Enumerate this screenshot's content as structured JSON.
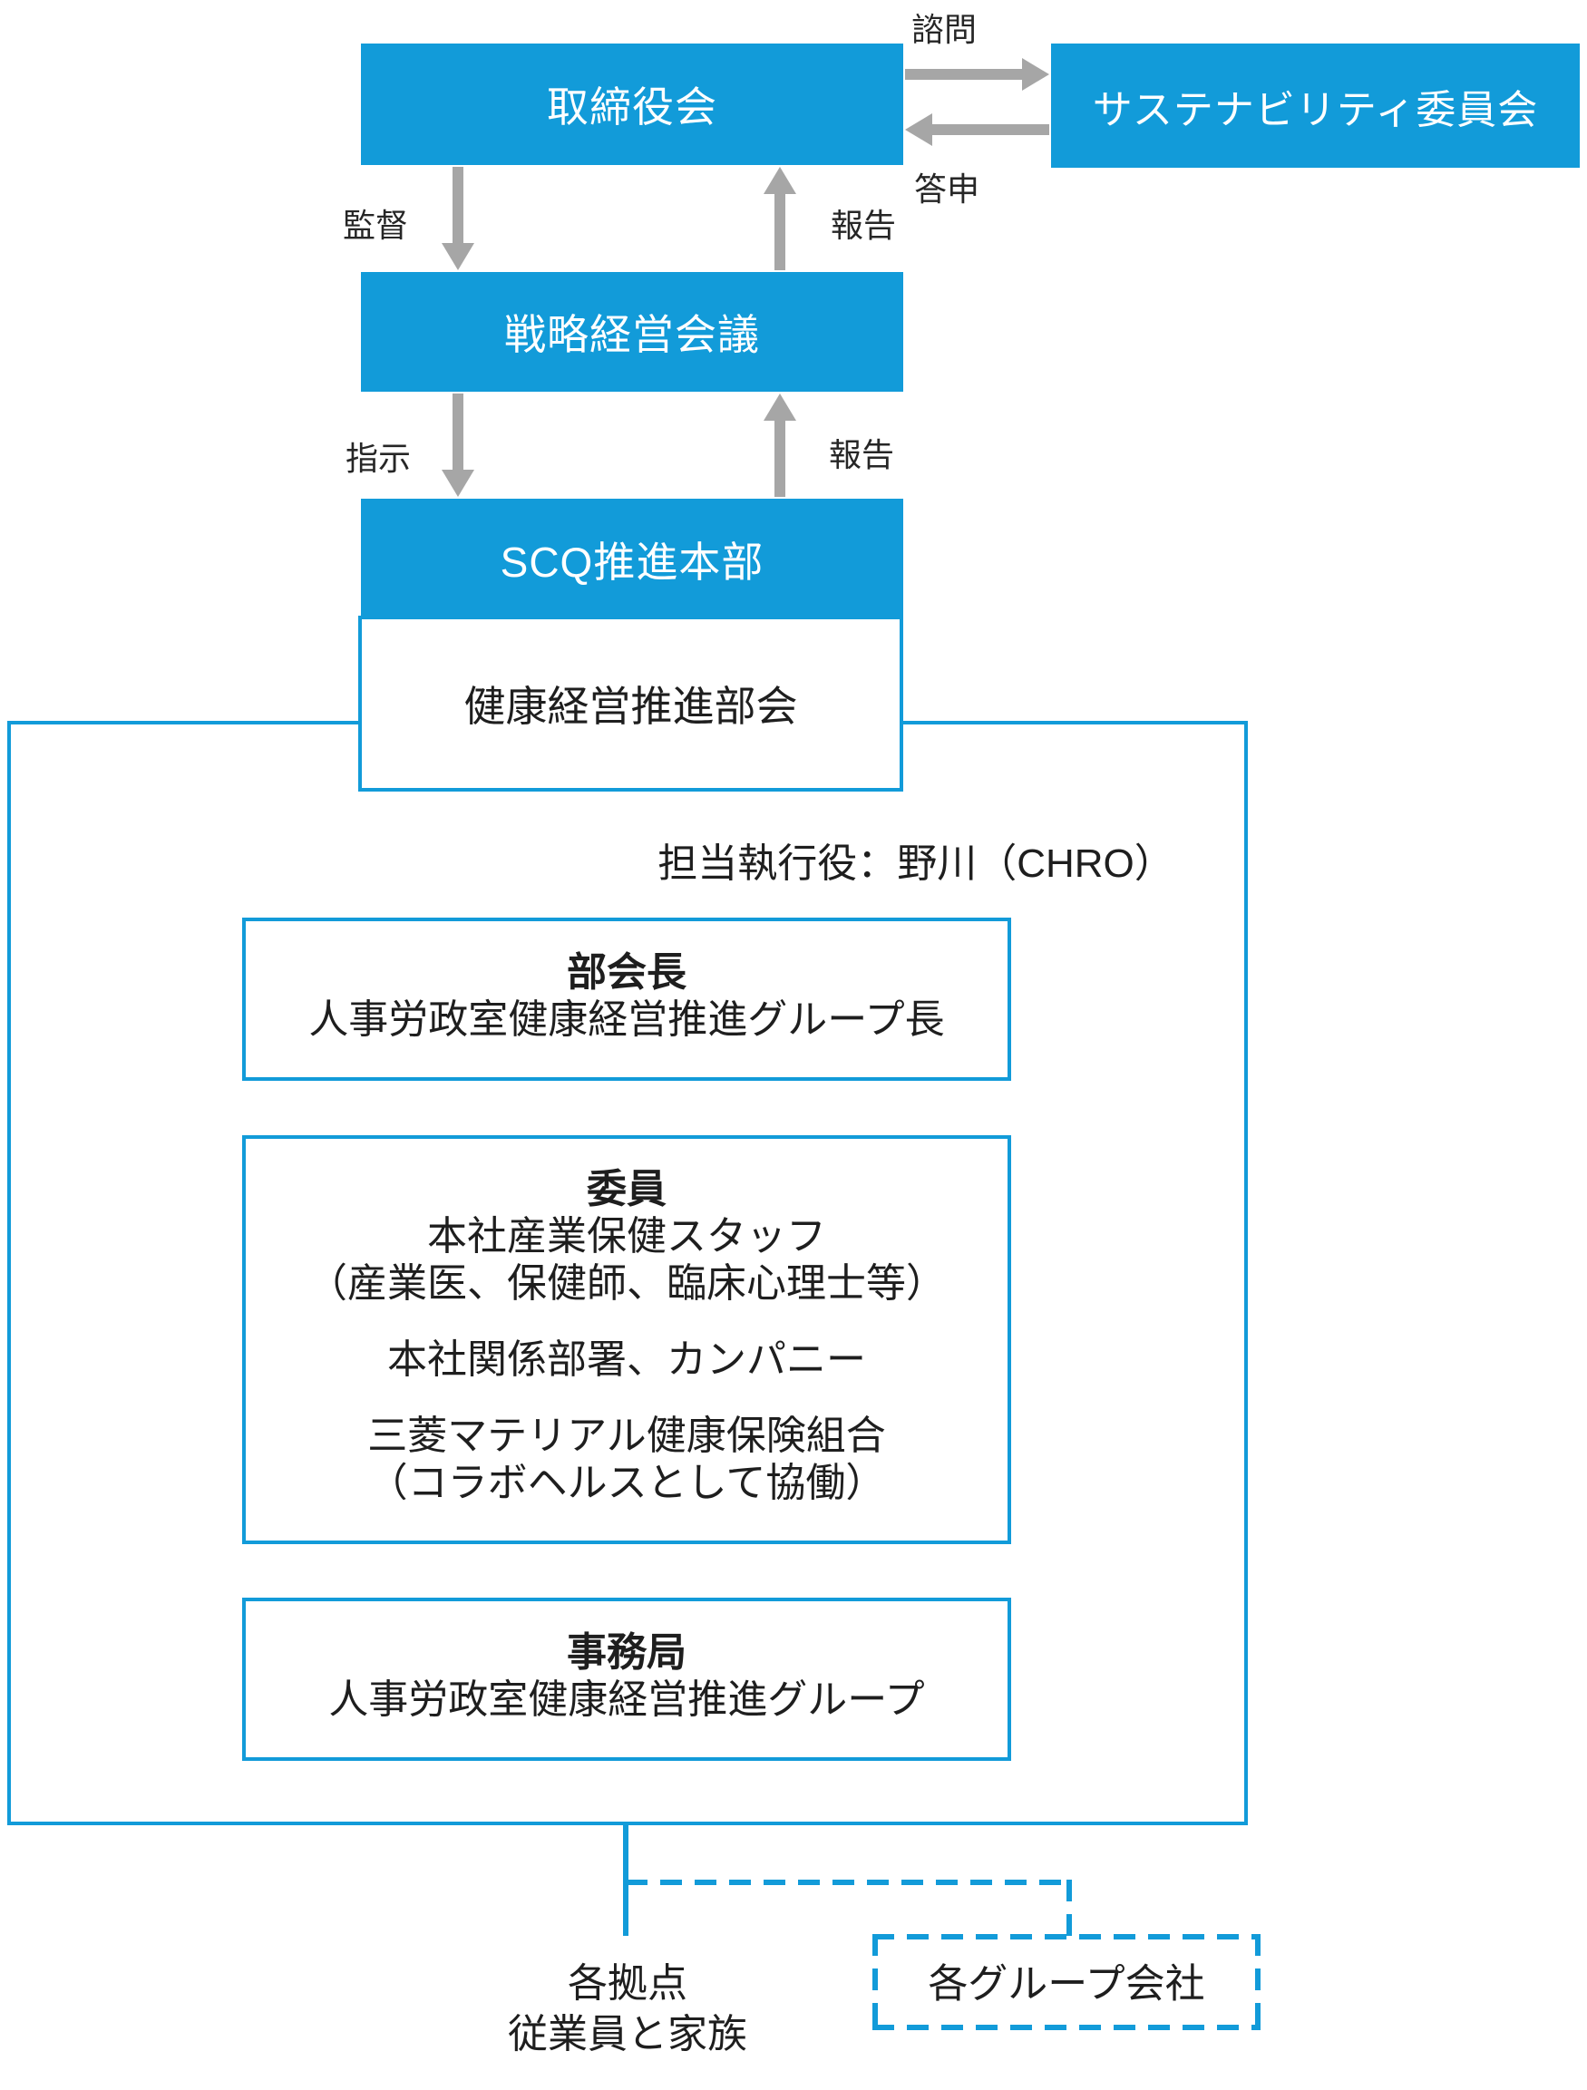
{
  "colors": {
    "blue": "#129BD9",
    "gray": "#A6A6A6",
    "text": "#1E1E1E"
  },
  "nodes": {
    "board": "取締役会",
    "sustainability_committee": "サステナビリティ委員会",
    "strategy_meeting": "戦略経営会議",
    "scq_headquarters": "SCQ推進本部",
    "health_subcommittee": "健康経営推進部会",
    "executive_in_charge": "担当執行役：野川（CHRO）",
    "chairman": {
      "title": "部会長",
      "body": "人事労政室健康経営推進グループ長"
    },
    "members": {
      "title": "委員",
      "lines": [
        "本社産業保健スタッフ",
        "（産業医、保健師、臨床心理士等）",
        "本社関係部署、カンパニー",
        "三菱マテリアル健康保険組合",
        "（コラボヘルスとして協働）"
      ]
    },
    "secretariat": {
      "title": "事務局",
      "body": "人事労政室健康経営推進グループ"
    },
    "sites": {
      "line1": "各拠点",
      "line2": "従業員と家族"
    },
    "group_companies": "各グループ会社"
  },
  "edge_labels": {
    "consult": "諮問",
    "report_back": "答申",
    "supervise": "監督",
    "report_to_board": "報告",
    "instruct": "指示",
    "report_to_strategy": "報告"
  }
}
